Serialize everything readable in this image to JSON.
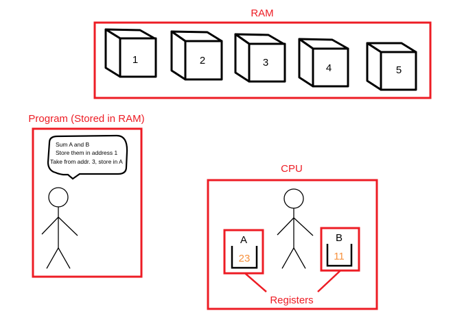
{
  "colors": {
    "accent_red": "#ed1c24",
    "register_value": "#f7913d",
    "ink": "#000000"
  },
  "ram": {
    "title": "RAM",
    "cells": [
      {
        "label": "1"
      },
      {
        "label": "2"
      },
      {
        "label": "3"
      },
      {
        "label": "4"
      },
      {
        "label": "5"
      }
    ]
  },
  "program": {
    "title": "Program (Stored in RAM)",
    "speech_lines": [
      "Sum A and B",
      "Store them in address 1",
      "Take from addr. 3, store in A"
    ]
  },
  "cpu": {
    "title": "CPU",
    "registers": [
      {
        "name": "A",
        "value": "23"
      },
      {
        "name": "B",
        "value": "11"
      }
    ],
    "registers_label": "Registers"
  }
}
